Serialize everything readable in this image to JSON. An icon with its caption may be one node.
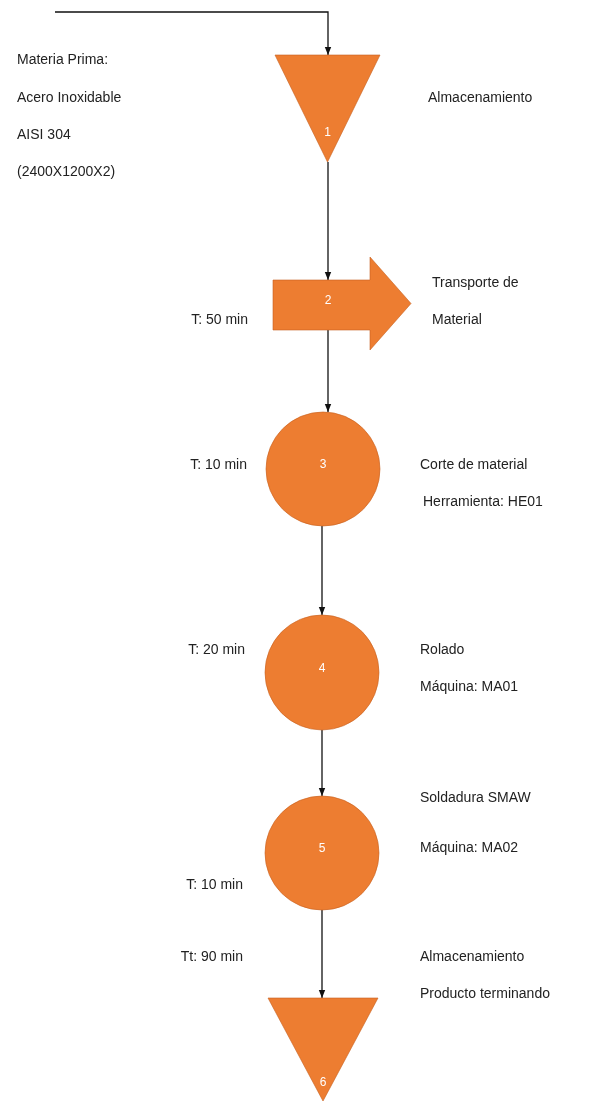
{
  "diagram": {
    "nodes": [
      {
        "text": [
          "1"
        ],
        "beside": [
          "Almacenamiento"
        ]
      },
      {
        "text": [
          "2"
        ],
        "beside": [
          "Transporte de Material",
          "T: 50 min"
        ]
      },
      {
        "text": [
          "3"
        ],
        "beside": [
          "T: 10 min",
          "Corte de material",
          "Herramienta: HE01"
        ]
      },
      {
        "text": [
          "4"
        ],
        "beside": [
          "T: 20 min",
          "Rolado",
          "Máquina: MA01"
        ]
      },
      {
        "text": [
          "5"
        ],
        "beside": [
          "Soldadura SMAW",
          "Máquina: MA02",
          "T: 10 min"
        ]
      },
      {
        "text": [
          "6"
        ],
        "beside": [
          "Almacenamiento",
          "Producto terminando"
        ]
      }
    ],
    "edges": [
      {
        "from": null,
        "to": 0,
        "arrow": "to"
      },
      {
        "from": 0,
        "to": 1,
        "arrow": "to"
      },
      {
        "from": 1,
        "to": 2,
        "arrow": "to"
      },
      {
        "from": 2,
        "to": 3,
        "arrow": "to"
      },
      {
        "from": 3,
        "to": 4,
        "arrow": "to"
      },
      {
        "from": 4,
        "to": 5,
        "arrow": "to"
      }
    ],
    "labels": [
      "Materia Prima:",
      "Acero Inoxidable",
      "AISI 304",
      "(2400X1200X2)",
      "Tt: 90 min"
    ]
  }
}
